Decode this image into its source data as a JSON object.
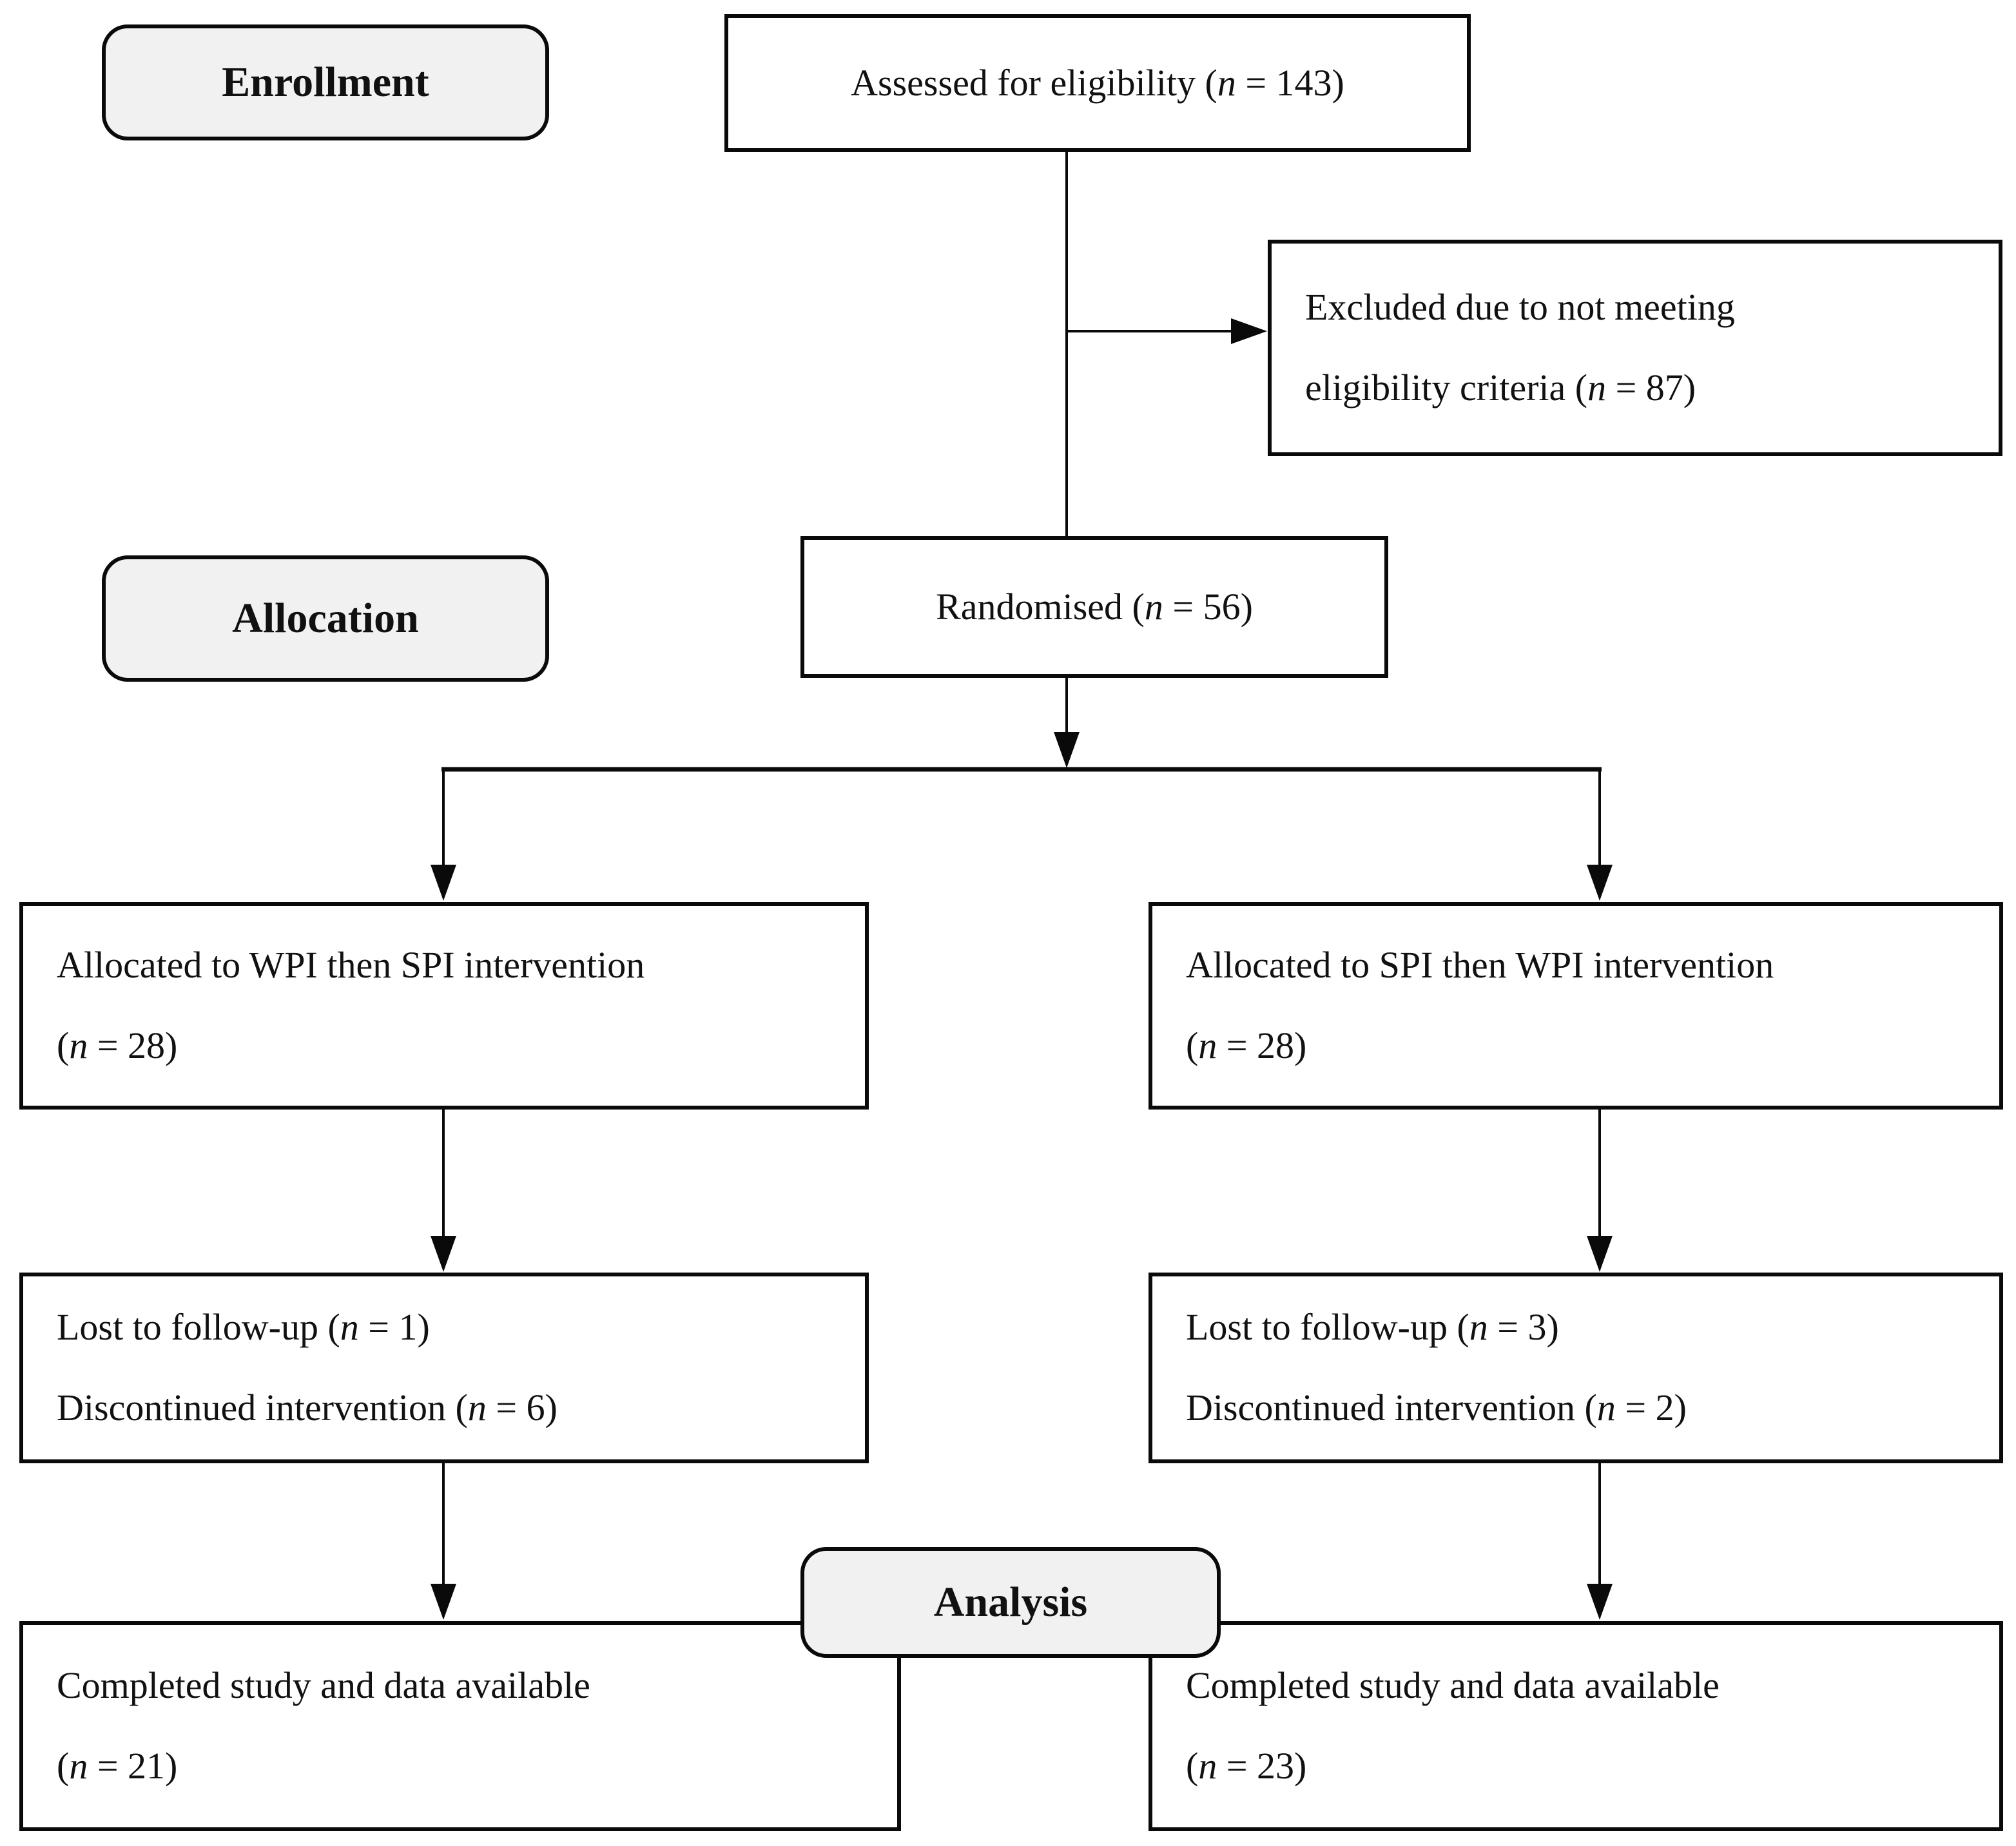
{
  "colors": {
    "border": "#0a0a0a",
    "badge_fill": "#f1f1f1",
    "background": "#ffffff",
    "text": "#111111"
  },
  "stages": {
    "enrollment_label": "Enrollment",
    "allocation_label": "Allocation",
    "analysis_label": "Analysis"
  },
  "boxes": {
    "assessed": {
      "text": "Assessed for eligibility (*n* = 143)"
    },
    "excluded": {
      "line1": "Excluded due to not meeting",
      "line2": "eligibility criteria (*n* = 87)"
    },
    "randomised": {
      "text": "Randomised (*n* = 56)"
    },
    "alloc_left": {
      "line1": "Allocated to WPI then SPI intervention",
      "line2": "(*n* = 28)"
    },
    "alloc_right": {
      "line1": "Allocated to SPI then WPI intervention",
      "line2": "(*n* = 28)"
    },
    "lost_left": {
      "line1": "Lost to follow-up (*n* = 1)",
      "line2": "Discontinued intervention (*n* = 6)"
    },
    "lost_right": {
      "line1": "Lost to follow-up (*n* = 3)",
      "line2": "Discontinued intervention (*n* = 2)"
    },
    "completed_left": {
      "line1": "Completed study and data available",
      "line2": "(*n* = 21)"
    },
    "completed_right": {
      "line1": "Completed study and data available",
      "line2": "(*n* = 23)"
    }
  },
  "edges": [
    {
      "from": "assessed",
      "to": "excluded"
    },
    {
      "from": "assessed",
      "to": "randomised"
    },
    {
      "from": "randomised",
      "to": "alloc_left"
    },
    {
      "from": "randomised",
      "to": "alloc_right"
    },
    {
      "from": "alloc_left",
      "to": "lost_left"
    },
    {
      "from": "alloc_right",
      "to": "lost_right"
    },
    {
      "from": "lost_left",
      "to": "completed_left"
    },
    {
      "from": "lost_right",
      "to": "completed_right"
    }
  ]
}
